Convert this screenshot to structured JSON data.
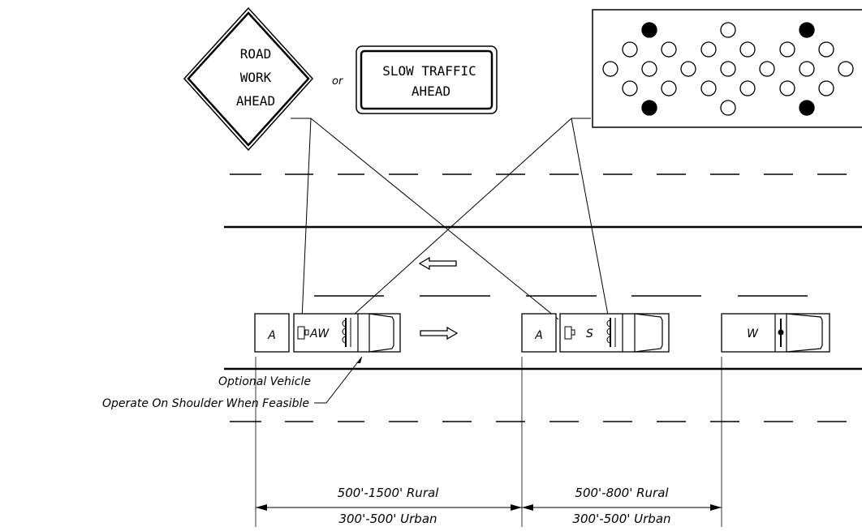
{
  "signs": {
    "road_work": [
      "ROAD",
      "WORK",
      "AHEAD"
    ],
    "or_text": "or",
    "slow_traffic": [
      "SLOW TRAFFIC",
      "AHEAD"
    ]
  },
  "vehicles": {
    "truck1_attenuator": "A",
    "truck1_sign": "AW",
    "truck2_attenuator": "A",
    "truck2_sign": "S",
    "truck3_label": "W"
  },
  "notes": {
    "optional_vehicle": "Optional Vehicle",
    "shoulder": "Operate On Shoulder When Feasible"
  },
  "dimensions": {
    "d1_rural": "500'-1500' Rural",
    "d1_urban": "300'-500' Urban",
    "d2_rural": "500'-800' Rural",
    "d2_urban": "300'-500' Urban"
  }
}
